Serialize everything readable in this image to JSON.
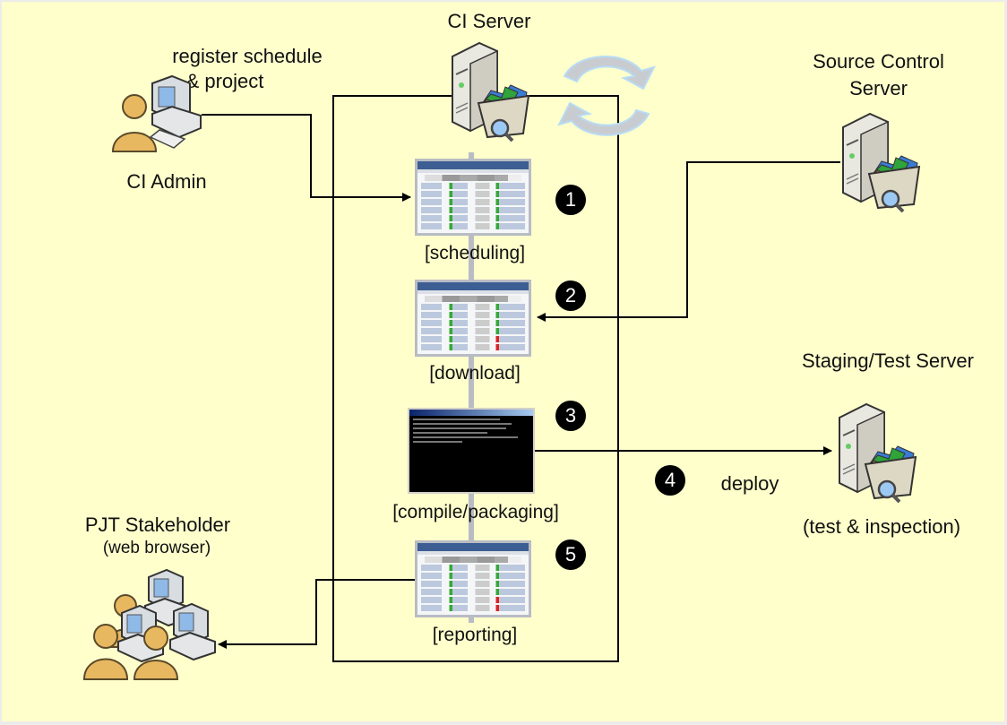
{
  "diagram": {
    "title": "CI Server",
    "colors": {
      "background": "#ffffcc",
      "line": "#000000",
      "badge": "#000000",
      "badge_text": "#ffffff",
      "pipeline_spine": "#b8bcc4",
      "cycle_arrows": "#b8dcf5"
    },
    "actors": {
      "ci_admin": {
        "label": "CI Admin",
        "icon": "user-workstation-icon"
      },
      "source_control": {
        "label": "Source Control Server",
        "line1": "Source Control",
        "line2": "Server",
        "icon": "server-repository-icon"
      },
      "staging": {
        "label": "Staging/Test Server",
        "caption": "(test & inspection)",
        "icon": "server-repository-icon"
      },
      "stakeholder": {
        "label": "PJT Stakeholder",
        "caption": "(web browser)",
        "icon": "user-group-workstations-icon"
      },
      "ci_server": {
        "label": "CI Server",
        "icon": "server-repository-icon",
        "cycle_icon": "refresh-cycle-icon"
      }
    },
    "annotations": {
      "register_line1": "register schedule",
      "register_line2": "& project",
      "deploy": "deploy"
    },
    "steps": [
      {
        "number": "1",
        "label": "[scheduling]",
        "screen": "web-dashboard"
      },
      {
        "number": "2",
        "label": "[download]",
        "screen": "web-dashboard"
      },
      {
        "number": "3",
        "label": "[compile/packaging]",
        "screen": "console"
      },
      {
        "number": "4",
        "label": "deploy",
        "screen": "none"
      },
      {
        "number": "5",
        "label": "[reporting]",
        "screen": "web-dashboard"
      }
    ],
    "connections": [
      {
        "from": "CI Admin",
        "to": "[scheduling]"
      },
      {
        "from": "Source Control Server",
        "to": "[download]"
      },
      {
        "from": "[compile/packaging]",
        "to": "Staging/Test Server"
      },
      {
        "from": "[reporting]",
        "to": "PJT Stakeholder"
      }
    ]
  }
}
